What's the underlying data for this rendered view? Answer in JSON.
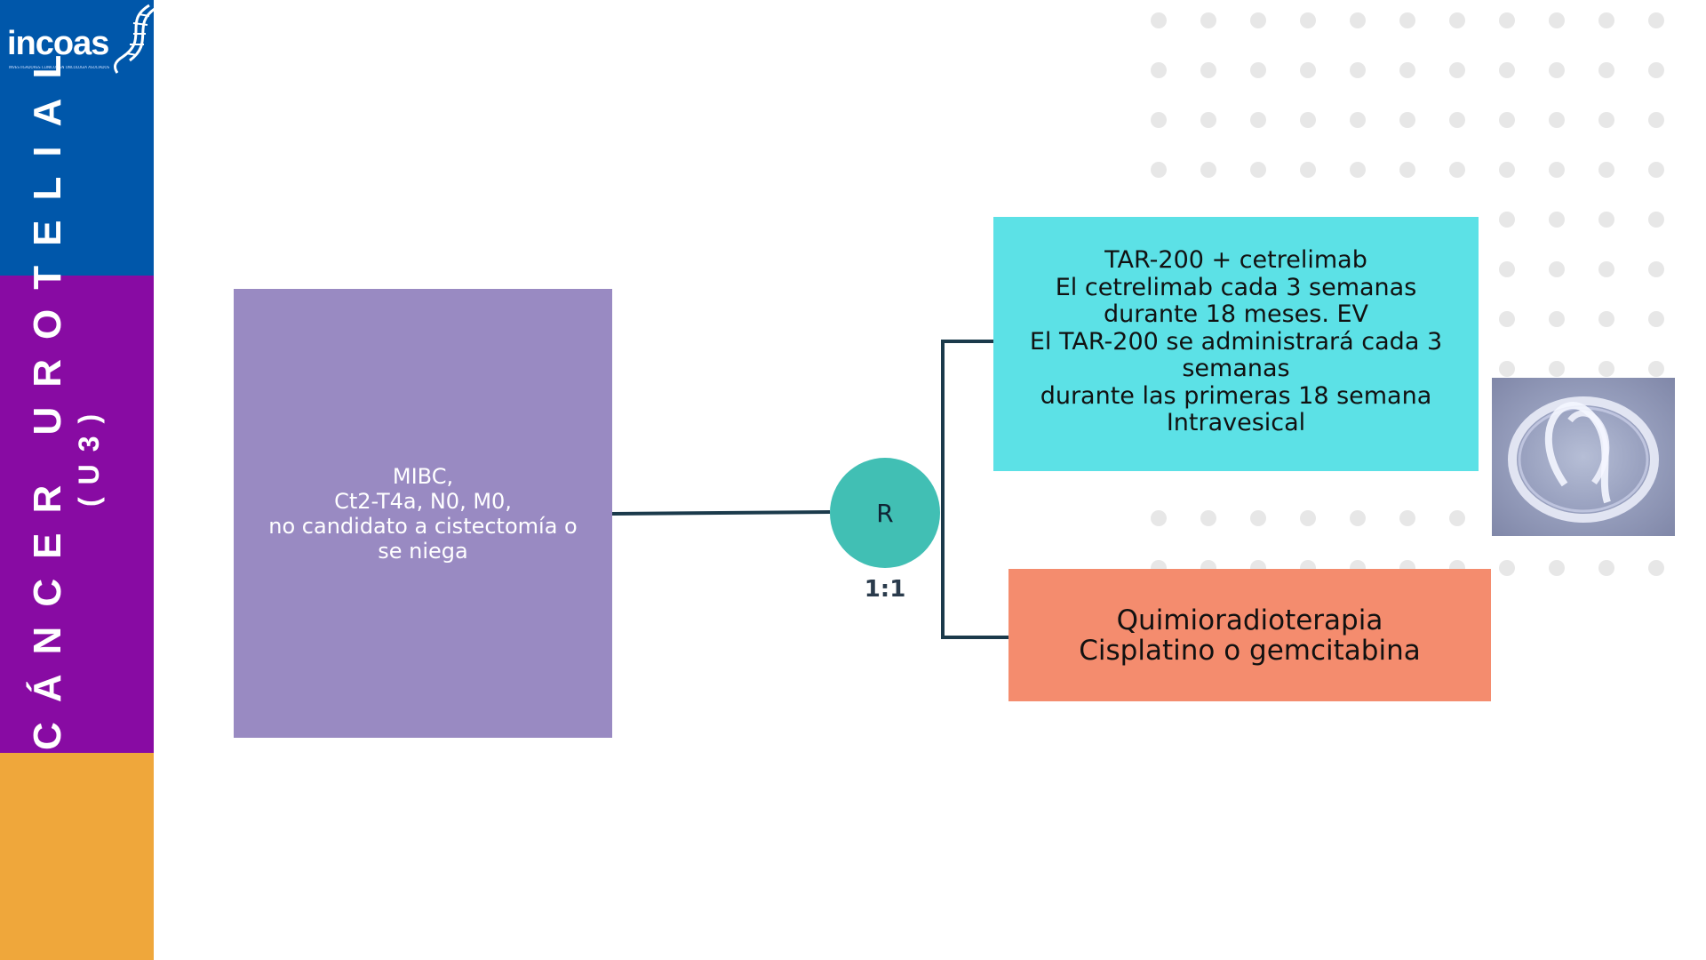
{
  "brand": {
    "logo_text": "incoas",
    "logo_subtitle": "INVESTIGADORES CLÍNICOS EN ONCOLOGÍA ASOCIADOS",
    "logo_icon": "dna-helix-icon"
  },
  "sidebar": {
    "title": "CÁNCER UROTELIAL",
    "subtitle": "(U3)",
    "colors": {
      "top": "#0057AA",
      "middle": "#880BA3",
      "bottom": "#EFA73B"
    }
  },
  "diagram": {
    "population": "MIBC,\nCt2-T4a, N0, M0,\nno candidato a cistectomía o\nse niega",
    "randomization": {
      "label": "R",
      "ratio": "1:1"
    },
    "arm_a": "TAR-200 + cetrelimab\nEl cetrelimab cada 3 semanas\ndurante 18 meses. EV\nEl TAR-200 se administrará cada 3\nsemanas\ndurante las primeras 18 semana\nIntravesical",
    "arm_b": "Quimioradioterapia\nCisplatino o gemcitabina",
    "device_image": "tar-200-device-photo",
    "colors": {
      "population": "#998AC2",
      "randomization": "#41BFB4",
      "arm_a": "#5CE1E6",
      "arm_b": "#F48C6E",
      "connector": "#1B3A4B",
      "dots": "#E7E7E7"
    }
  }
}
